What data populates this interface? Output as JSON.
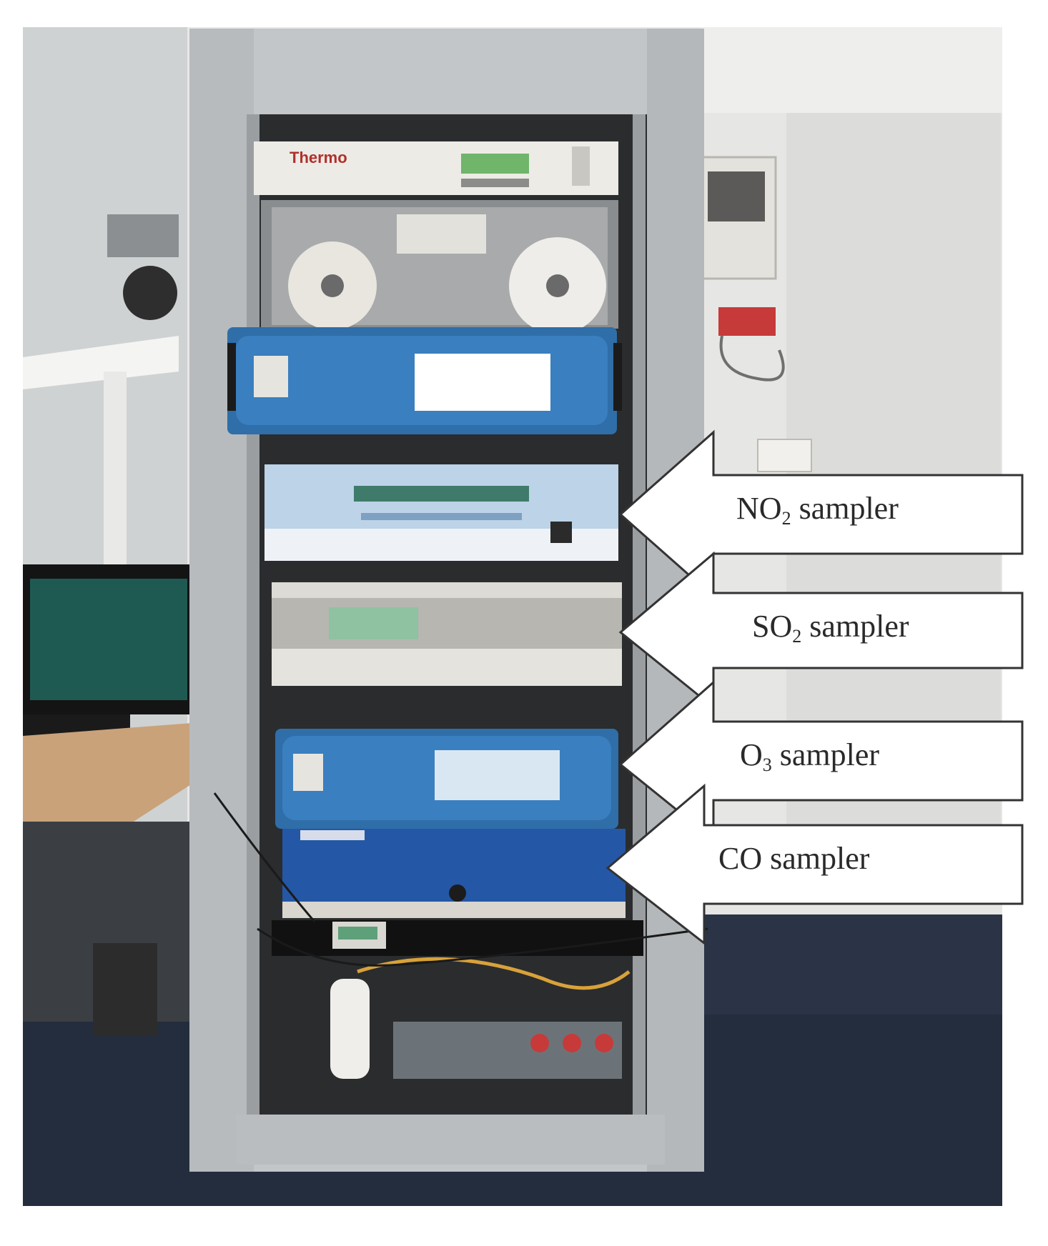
{
  "photo": {
    "brand_text": "Thermo",
    "colors": {
      "wall": "#c9cdd0",
      "rack_frame": "#c2c6c8",
      "blue_analyzer": "#2f6ea8",
      "dark_blue_panel": "#2457a6",
      "light_blue_panel": "#bcd3e8",
      "floor": "#2a3446",
      "desk": "#c9a27a",
      "monitor_screen": "#1f5a52",
      "red_accent": "#c73a3a"
    }
  },
  "callouts": [
    {
      "id": "no2",
      "formula_main": "NO",
      "formula_sub": "2",
      "suffix": " sampler"
    },
    {
      "id": "so2",
      "formula_main": "SO",
      "formula_sub": "2",
      "suffix": " sampler"
    },
    {
      "id": "o3",
      "formula_main": "O",
      "formula_sub": "3",
      "suffix": " sampler"
    },
    {
      "id": "co",
      "formula_main": "CO",
      "formula_sub": "",
      "suffix": " sampler"
    }
  ]
}
